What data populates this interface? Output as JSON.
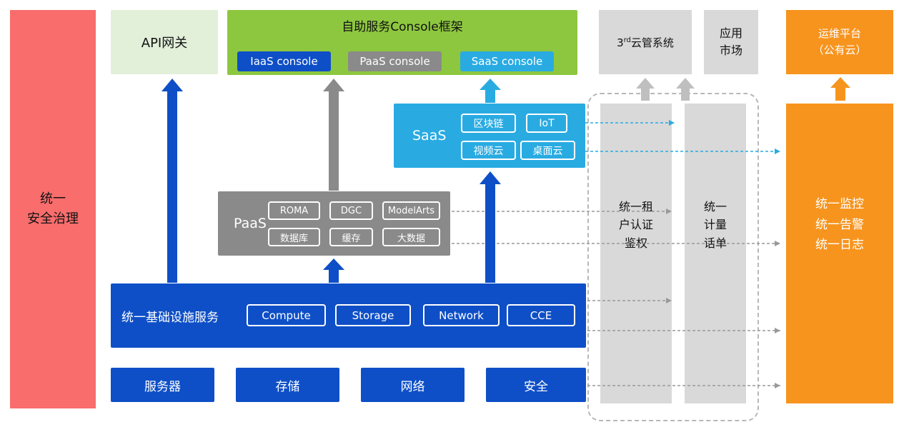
{
  "colors": {
    "red": "#F96D6D",
    "light-green": "#E2F0D9",
    "green": "#8DC73F",
    "blue": "#0E4FC7",
    "gray": "#8A8A8A",
    "cyan": "#29ABE2",
    "light-gray": "#D9D9D9",
    "orange": "#F7941E",
    "line-gray": "#999999",
    "arrow-light-gray": "#BFBFBF"
  },
  "security_bar": {
    "label": "统一\n安全治理"
  },
  "api_gateway": {
    "label": "API网关"
  },
  "console": {
    "title": "自助服务Console框架",
    "items": [
      "IaaS console",
      "PaaS console",
      "SaaS console"
    ]
  },
  "third_cloud": {
    "num": "3",
    "sup": "rd",
    "rest": "云管系统"
  },
  "app_market": {
    "label": "应用\n市场"
  },
  "ops_platform": {
    "label": "运维平台\n（公有云）"
  },
  "saas": {
    "label": "SaaS",
    "items": [
      "区块链",
      "IoT",
      "视频云",
      "桌面云"
    ]
  },
  "paas": {
    "label": "PaaS",
    "items": [
      "ROMA",
      "DGC",
      "ModelArts",
      "数据库",
      "缓存",
      "大数据"
    ]
  },
  "iaas": {
    "label": "统一基础设施服务",
    "items": [
      "Compute",
      "Storage",
      "Network",
      "CCE"
    ]
  },
  "hardware": {
    "items": [
      "服务器",
      "存储",
      "网络",
      "安全"
    ]
  },
  "auth_bar": {
    "label": "统一租\n户认证\n鉴权"
  },
  "metering_bar": {
    "label": "统一\n计量\n话单"
  },
  "monitoring": {
    "label": "统一监控\n统一告警\n统一日志"
  }
}
